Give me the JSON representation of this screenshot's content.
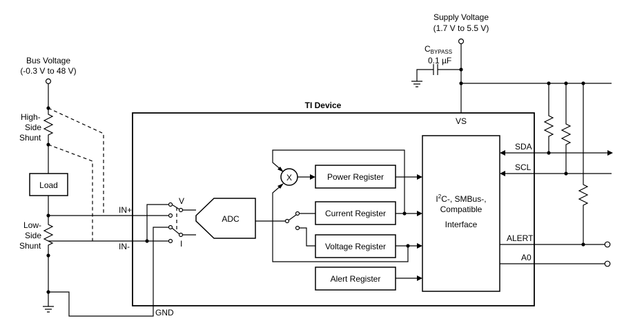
{
  "supply": {
    "title": "Supply Voltage",
    "range": "(1.7 V to 5.5 V)"
  },
  "bus": {
    "title": "Bus Voltage",
    "range": "(-0.3 V to 48 V)"
  },
  "cap": {
    "name": "C",
    "sub": "BYPASS",
    "value": "0.1 µF"
  },
  "device_title": "TI Device",
  "shunts": {
    "high": [
      "High-",
      "Side",
      "Shunt"
    ],
    "low": [
      "Low-",
      "Side",
      "Shunt"
    ]
  },
  "load_label": "Load",
  "pins": {
    "in_plus": "IN+",
    "in_minus": "IN-",
    "gnd": "GND",
    "vs": "VS",
    "sda": "SDA",
    "scl": "SCL",
    "alert": "ALERT",
    "a0": "A0"
  },
  "mux": {
    "v": "V",
    "i": "I"
  },
  "adc_label": "ADC",
  "multiplier": "X",
  "registers": {
    "power": "Power Register",
    "current": "Current Register",
    "voltage": "Voltage Register",
    "alert": "Alert Register"
  },
  "interface": {
    "line1_prefix": "I",
    "line1_sup": "2",
    "line1_rest": "C-, SMBus-,",
    "line2": "Compatible",
    "line3": "Interface"
  }
}
